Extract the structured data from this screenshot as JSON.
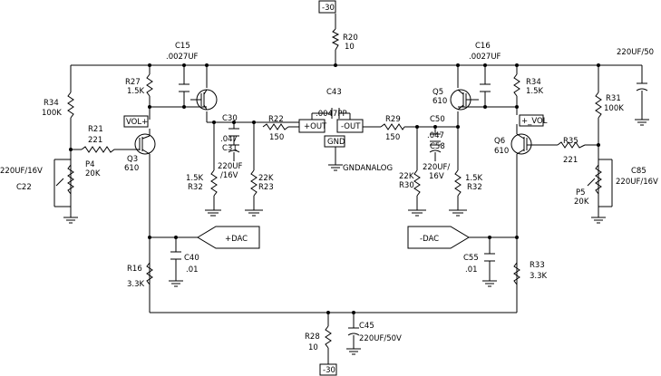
{
  "labels": {
    "rail_top": "-30",
    "rail_bottom": "-30",
    "r20": "R20",
    "r20_val": "10",
    "c15": "C15",
    "c15_val": ".0027UF",
    "c16": "C16",
    "c16_val": ".0027UF",
    "cap_tr": "220UF/50",
    "r34l": "R34",
    "r34l_val": "100K",
    "r27": "R27",
    "r27_val": "1.5K",
    "r34r": "R34",
    "r34r_val": "1.5K",
    "r31": "R31",
    "r31_val": "100K",
    "vol_plus": "VOL+",
    "vol_plus_r": "+_VOL",
    "r21": "R21",
    "r21_val": "221",
    "c22": "C22",
    "c22_val": "220UF/16V",
    "p4": "P4",
    "p4_val": "20K",
    "q3": "Q3",
    "q3_val": "610",
    "q5": "Q5",
    "q5_val": "610",
    "q6": "Q6",
    "q6_val": "610",
    "c30": "C30",
    "c30_val": ".047",
    "c31": "C31",
    "c31_val": "220UF",
    "c31_val2": "/16V",
    "r22": "R22",
    "r22_val": "150",
    "r29": "R29",
    "r29_val": "150",
    "c43": "C43",
    "c43_val": ".0047PP",
    "out_plus": "+OUT",
    "out_minus": "-OUT",
    "gnd_box": "GND",
    "gnd_analog": "GNDANALOG",
    "c50": "C50",
    "c50_val": ".047",
    "c58": "C58",
    "c58_val": "220UF/",
    "c58_val2": "16V",
    "r32l": "R32",
    "r32l_val": "1.5K",
    "r23": "R23",
    "r23_val": "22K",
    "r30": "R30",
    "r30_val": "22K",
    "r32r": "R32",
    "r32r_val": "1.5K",
    "r35": "R35",
    "r35_val": "221",
    "c85": "C85",
    "c85_val": "220UF/16V",
    "p5": "P5",
    "p5_val": "20K",
    "dac_plus": "+DAC",
    "dac_minus": "-DAC",
    "c40": "C40",
    "c40_val": ".01",
    "c55": "C55",
    "c55_val": ".01",
    "r16": "R16",
    "r16_val": "3.3K",
    "r33": "R33",
    "r33_val": "3.3K",
    "r28": "R28",
    "r28_val": "10",
    "c45": "C45",
    "c45_val": "220UF/50V"
  }
}
